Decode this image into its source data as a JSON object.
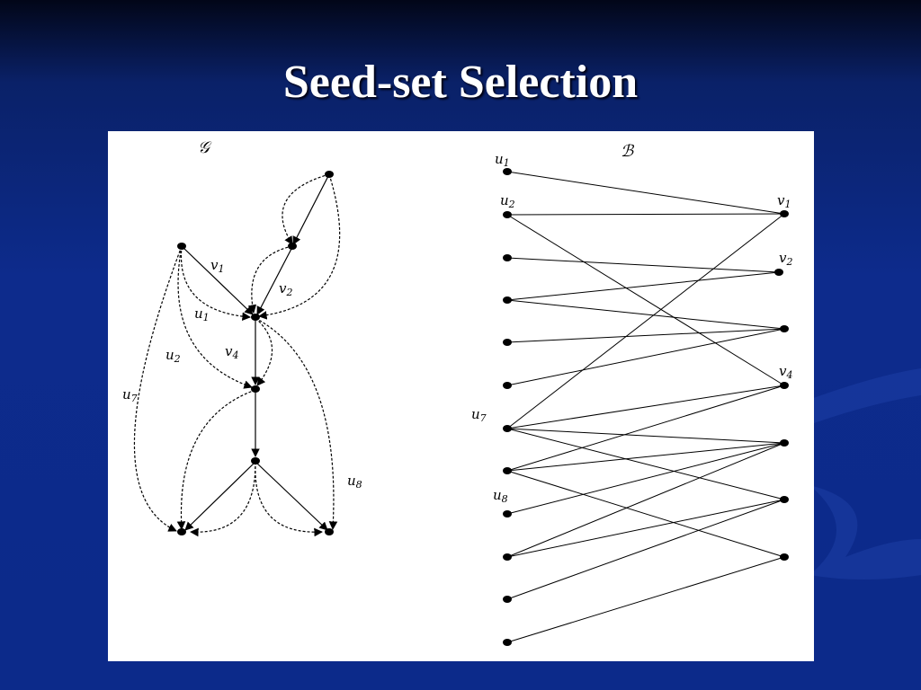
{
  "slide": {
    "title": "Seed-set Selection",
    "background_color": "#0d2b8c"
  },
  "graph_g": {
    "title": "𝒢",
    "labels": [
      {
        "base": "v",
        "sub": "1"
      },
      {
        "base": "v",
        "sub": "2"
      },
      {
        "base": "u",
        "sub": "1"
      },
      {
        "base": "v",
        "sub": "4"
      },
      {
        "base": "u",
        "sub": "2"
      },
      {
        "base": "u",
        "sub": "7"
      },
      {
        "base": "u",
        "sub": "8"
      }
    ]
  },
  "graph_b": {
    "title": "ℬ",
    "left_labels": [
      {
        "base": "u",
        "sub": "1"
      },
      {
        "base": "u",
        "sub": "2"
      },
      {
        "base": "u",
        "sub": "7"
      },
      {
        "base": "u",
        "sub": "8"
      }
    ],
    "right_labels": [
      {
        "base": "v",
        "sub": "1"
      },
      {
        "base": "v",
        "sub": "2"
      },
      {
        "base": "v",
        "sub": "4"
      }
    ]
  }
}
